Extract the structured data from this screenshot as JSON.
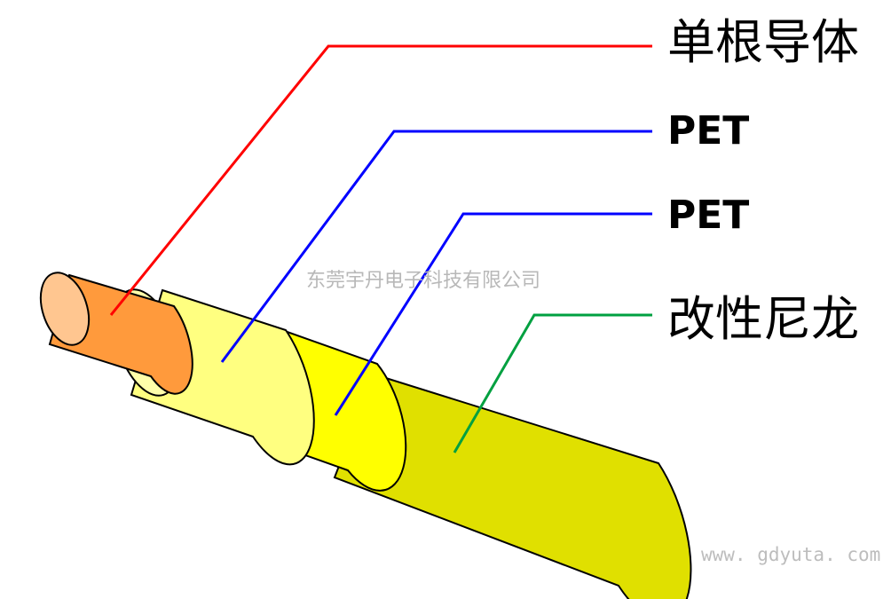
{
  "labels": {
    "conductor": "单根导体",
    "layer1": "PET",
    "layer2": "PET",
    "sheath": "改性尼龙"
  },
  "watermark": {
    "center": "东莞宇丹电子科技有限公司",
    "corner": "www. gdyuta. com"
  },
  "colors": {
    "conductor_leader": "#ff0000",
    "pet_leader": "#0000ff",
    "sheath_leader": "#00a040",
    "copper_end": "#ffc690",
    "copper_body": "#ff9a3c",
    "pet1_end": "#ffffaa",
    "pet1_body": "#ffff80",
    "pet2_end": "#ffff66",
    "pet2_body": "#ffff00",
    "sheath": "#e0e000"
  }
}
